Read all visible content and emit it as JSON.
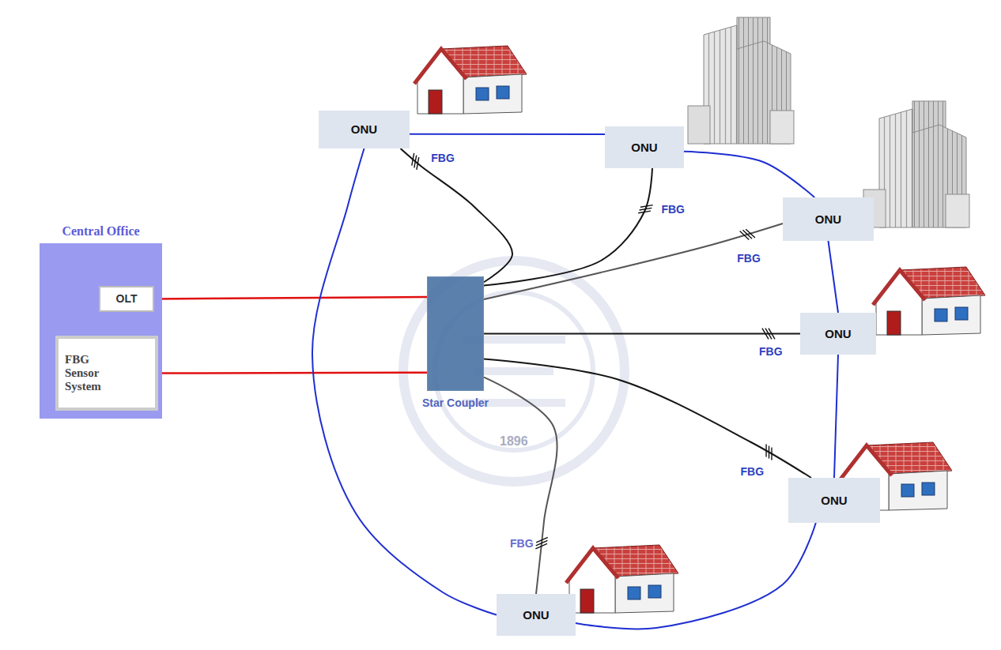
{
  "diagram": {
    "nodes": [
      {
        "text": [
          "Central Office"
        ]
      },
      {
        "text": [
          "OLT"
        ],
        "in": 0
      },
      {
        "text": [
          "FBG Sensor System"
        ],
        "in": 0
      },
      {
        "text": [
          "Star Coupler"
        ]
      },
      {
        "text": [
          "ONU"
        ]
      },
      {
        "text": [
          "ONU"
        ]
      },
      {
        "text": [
          "ONU"
        ]
      },
      {
        "text": [
          "ONU"
        ]
      },
      {
        "text": [
          "ONU"
        ]
      },
      {
        "text": [
          "ONU"
        ]
      }
    ],
    "edges": [
      {
        "from": 1,
        "to": 3,
        "arrow": "none"
      },
      {
        "from": 2,
        "to": 3,
        "arrow": "none"
      },
      {
        "from": 3,
        "to": 4,
        "arrow": "none",
        "label": "FBG"
      },
      {
        "from": 3,
        "to": 5,
        "arrow": "none",
        "label": "FBG"
      },
      {
        "from": 3,
        "to": 6,
        "arrow": "none",
        "label": "FBG"
      },
      {
        "from": 3,
        "to": 7,
        "arrow": "none",
        "label": "FBG"
      },
      {
        "from": 3,
        "to": 8,
        "arrow": "none",
        "label": "FBG"
      },
      {
        "from": 3,
        "to": 9,
        "arrow": "none",
        "label": "FBG"
      },
      {
        "from": 4,
        "to": 5,
        "arrow": "none"
      },
      {
        "from": 5,
        "to": 6,
        "arrow": "none"
      },
      {
        "from": 6,
        "to": 7,
        "arrow": "none"
      },
      {
        "from": 7,
        "to": 8,
        "arrow": "none"
      },
      {
        "from": 8,
        "to": 9,
        "arrow": "none"
      },
      {
        "from": 4,
        "to": 9,
        "arrow": "none"
      }
    ],
    "labels": [
      "1896"
    ]
  }
}
